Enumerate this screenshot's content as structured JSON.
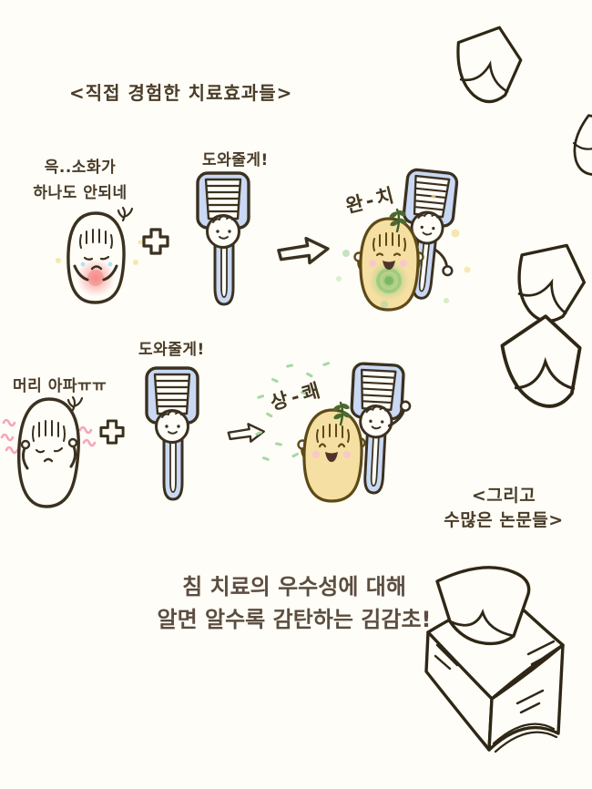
{
  "illustration": {
    "title": "<직접 경험한 치료효과들>",
    "panel1": {
      "patient_speech_line1": "윽..소화가",
      "patient_speech_line2": "하나도 안되네",
      "needle_speech": "도와줄게!",
      "result_label": "완-치"
    },
    "panel2": {
      "patient_speech": "머리 아파ㅠㅠ",
      "needle_speech": "도와줄게!",
      "result_label": "상-쾌"
    },
    "papers_note_line1": "<그리고",
    "papers_note_line2": "수많은 논문들>",
    "caption_line1": "침 치료의 우수성에 대해",
    "caption_line2": "알면 알수록 감탄하는 김감초!"
  },
  "icons": {
    "plus": "plus-icon",
    "arrow": "arrow-right-icon",
    "needle": "acupuncture-needle-character",
    "paper": "flying-paper-icon",
    "tissue_box": "tissue-box-of-papers-icon",
    "sprout": "sprout-icon",
    "sprig": "sprig-leaves-icon"
  },
  "colors": {
    "background": "#fffdf7",
    "ink": "#3b3120",
    "handwriting_text": "#4a3c28",
    "caption_text": "#5b4d40",
    "needle_blue": "#c9d8f3",
    "bean_tan": "#f6dfa2",
    "bean_outline": "#5d4a17",
    "stomach_glow_red": "#f2706e",
    "healing_glow_green": "#58b858",
    "pain_mark_pink": "#f4a6b8",
    "refresh_dash_green": "#a5d8a6",
    "sparkle_yellow": "#f4e4a4",
    "tear_blue": "#aee4f6",
    "cheek_pink": "#f8c9ca",
    "leaf_green": "#4a6b2e"
  }
}
